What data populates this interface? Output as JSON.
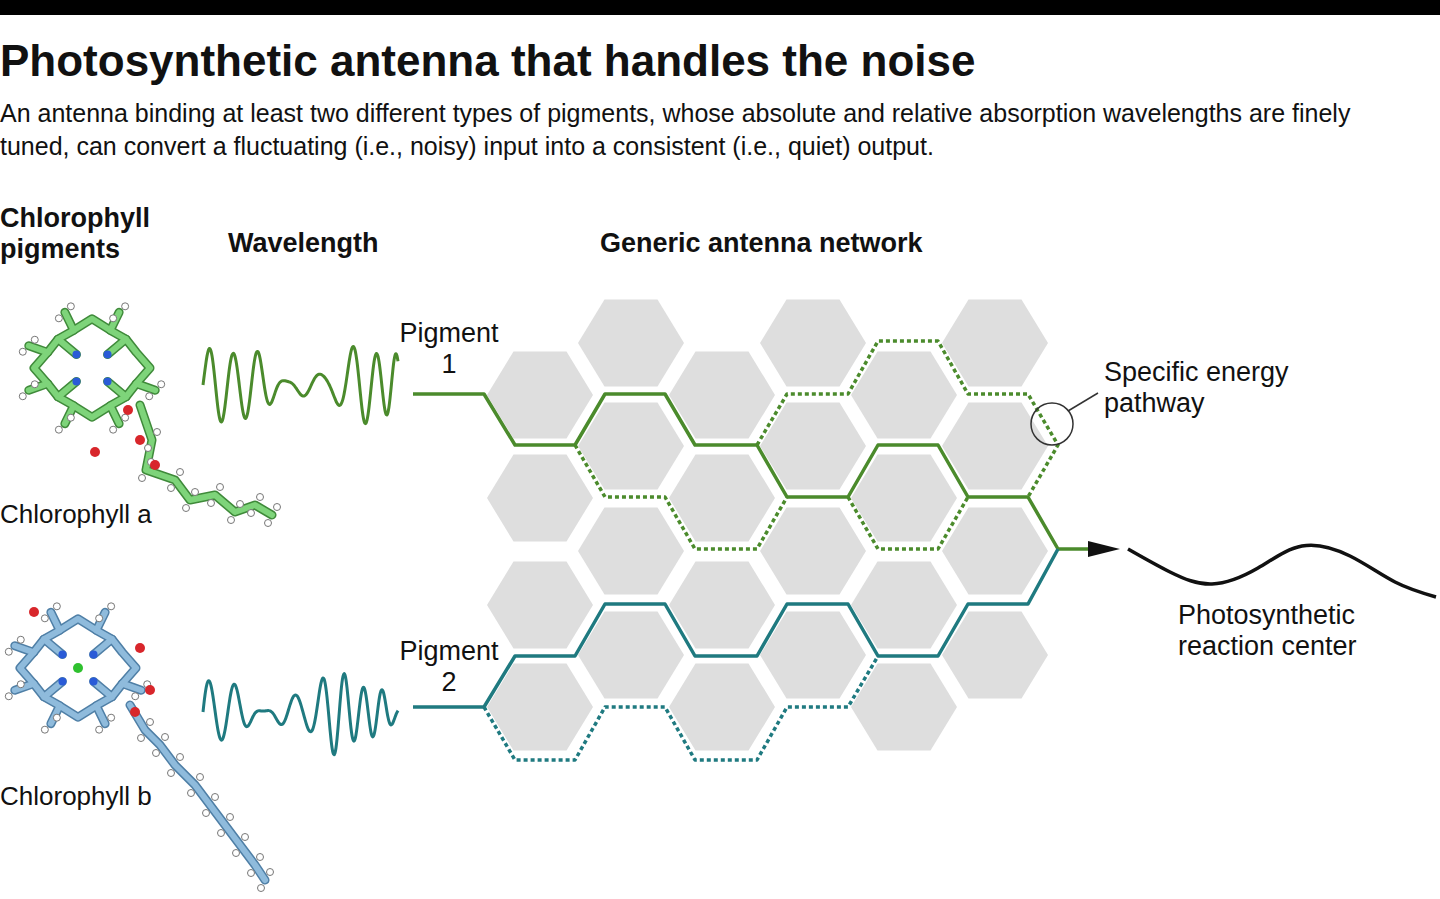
{
  "diagram": {
    "title": "Photosynthetic antenna that handles the noise",
    "caption": "An antenna binding at least two different types of pigments, whose absolute and relative absorption wavelengths are finely tuned, can convert a fluctuating (i.e., noisy) input into a consistent (i.e., quiet) output.",
    "labels": [
      "Chlorophyll pigments",
      "Wavelength",
      "Generic antenna network",
      "Pigment 1",
      "Pigment 2",
      "Specific energy pathway",
      "Chlorophyll a",
      "Chlorophyll b",
      "Photosynthetic reaction center"
    ]
  }
}
